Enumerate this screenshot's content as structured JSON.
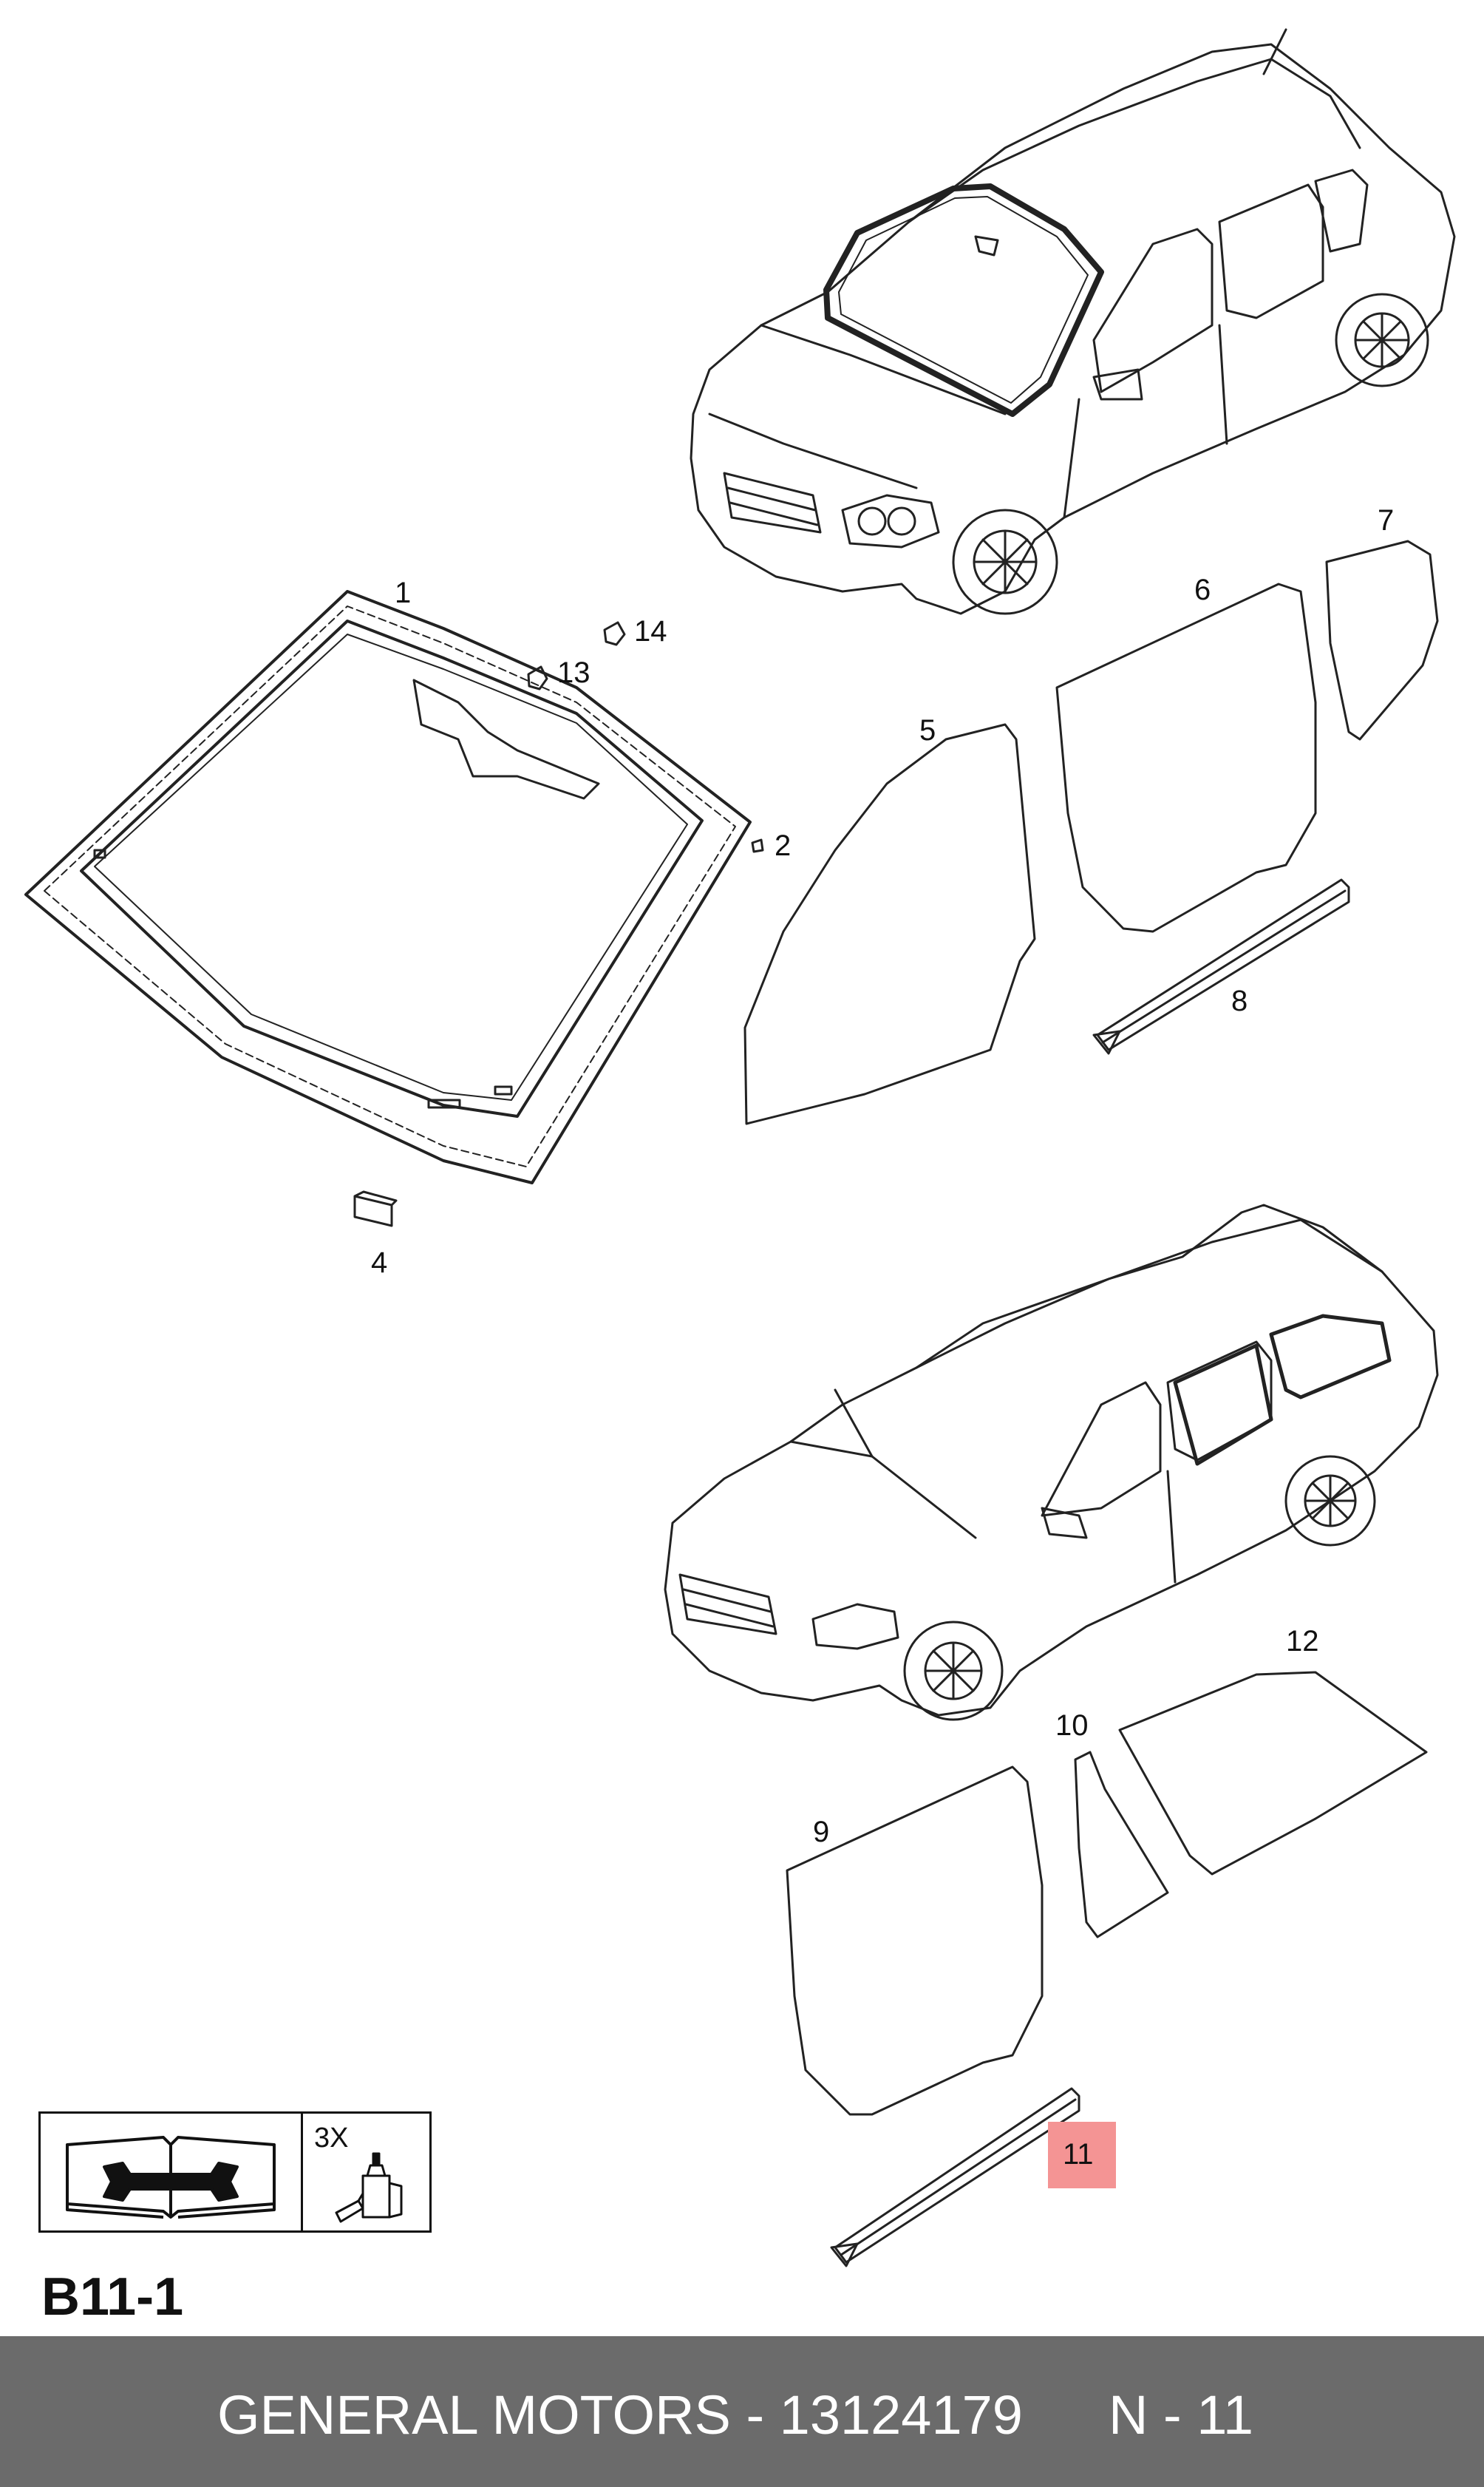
{
  "callouts": {
    "c1": "1",
    "c2": "2",
    "c4": "4",
    "c5": "5",
    "c6": "6",
    "c7": "7",
    "c8": "8",
    "c9": "9",
    "c10": "10",
    "c11": "11",
    "c12": "12",
    "c13": "13",
    "c14": "14"
  },
  "legend": {
    "quantity": "3X",
    "book_icon": "repair-manual-icon",
    "adhesive_icon": "adhesive-bottle-icon"
  },
  "section_code": "B11-1",
  "footer": {
    "brand_part": "GENERAL MOTORS - 13124179",
    "ref": "N - 11"
  },
  "colors": {
    "footer_bg": "#6b6b6b",
    "highlight": "#f49494",
    "line": "#222222"
  }
}
